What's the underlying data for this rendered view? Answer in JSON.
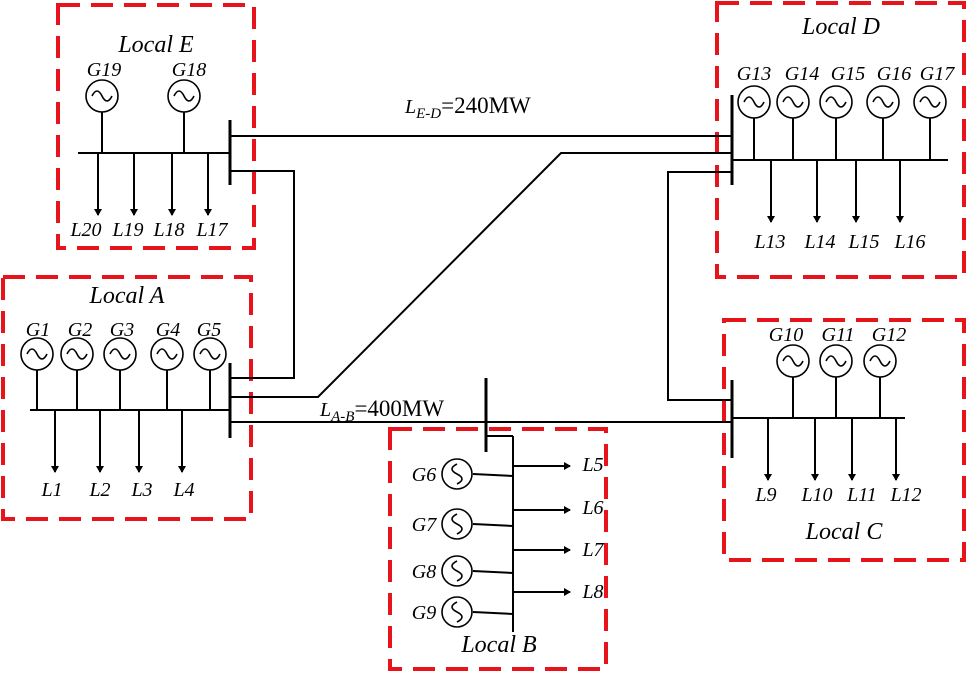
{
  "areas": {
    "E": {
      "title": "Local E",
      "generators": [
        "G19",
        "G18"
      ],
      "loads": [
        "L20",
        "L19",
        "L18",
        "L17"
      ]
    },
    "A": {
      "title": "Local A",
      "generators": [
        "G1",
        "G2",
        "G3",
        "G4",
        "G5"
      ],
      "loads": [
        "L1",
        "L2",
        "L3",
        "L4"
      ]
    },
    "B": {
      "title": "Local B",
      "generators": [
        "G6",
        "G7",
        "G8",
        "G9"
      ],
      "loads": [
        "L5",
        "L6",
        "L7",
        "L8"
      ]
    },
    "C": {
      "title": "Local C",
      "generators": [
        "G10",
        "G11",
        "G12"
      ],
      "loads": [
        "L9",
        "L10",
        "L11",
        "L12"
      ]
    },
    "D": {
      "title": "Local D",
      "generators": [
        "G13",
        "G14",
        "G15",
        "G16",
        "G17"
      ],
      "loads": [
        "L13",
        "L14",
        "L15",
        "L16"
      ]
    }
  },
  "tie_lines": {
    "ed": {
      "main": "L",
      "sub": "E-D",
      "value": "=240MW"
    },
    "ab": {
      "main": "L",
      "sub": "A-B",
      "value": "=400MW"
    }
  },
  "colors": {
    "boundary": "#e8141b",
    "line": "#000000"
  }
}
